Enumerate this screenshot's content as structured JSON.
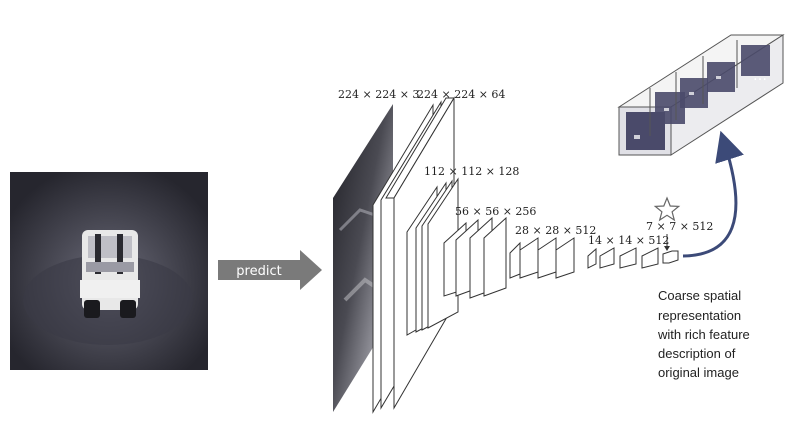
{
  "arrow": {
    "label": "predict"
  },
  "layers": [
    {
      "label": "224 × 224 × 3"
    },
    {
      "label": "224 × 224 × 64"
    },
    {
      "label": "112 × 112 × 128"
    },
    {
      "label": "56 × 56 × 256"
    },
    {
      "label": "28 × 28 × 512"
    },
    {
      "label": "14 × 14 × 512"
    },
    {
      "label": "7 × 7 × 512"
    }
  ],
  "caption": {
    "lines": [
      "Coarse spatial",
      "representation",
      "with rich feature",
      "description of",
      "original image"
    ]
  },
  "feature_map": {
    "ellipsis": "…"
  },
  "colors": {
    "photo_bg": "#2e2e38",
    "arrow_fill": "#7a7a7a",
    "cell_fill": "#4a4a6a",
    "curve": "#3c4a78",
    "star": "#777777"
  }
}
